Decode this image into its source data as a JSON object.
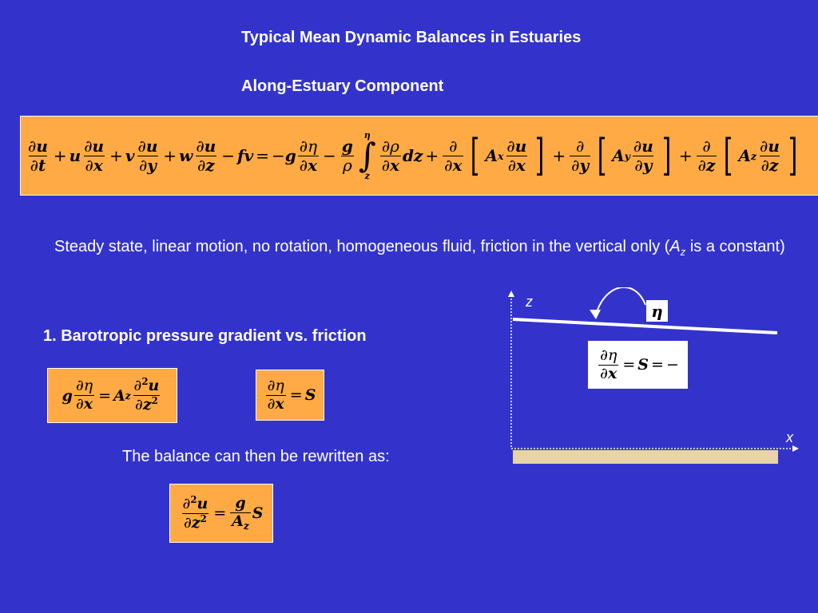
{
  "slide": {
    "title": "Typical Mean Dynamic Balances in Estuaries",
    "subtitle": "Along-Estuary Component",
    "assumptions_text": "Steady state, linear motion, no rotation, homogeneous fluid, friction in the vertical only (",
    "assumptions_A": "A",
    "assumptions_sub": "z",
    "assumptions_end": " is a constant)",
    "section_1": "1. Barotropic pressure gradient vs. friction",
    "rewrite_text": "The balance can then be rewritten as:"
  },
  "diagram": {
    "z_label": "z",
    "x_label": "x",
    "eta_label": "η"
  },
  "colors": {
    "background": "#3333cc",
    "equation_box": "#ffaa44",
    "bottom_bed": "#e8d4a8"
  }
}
